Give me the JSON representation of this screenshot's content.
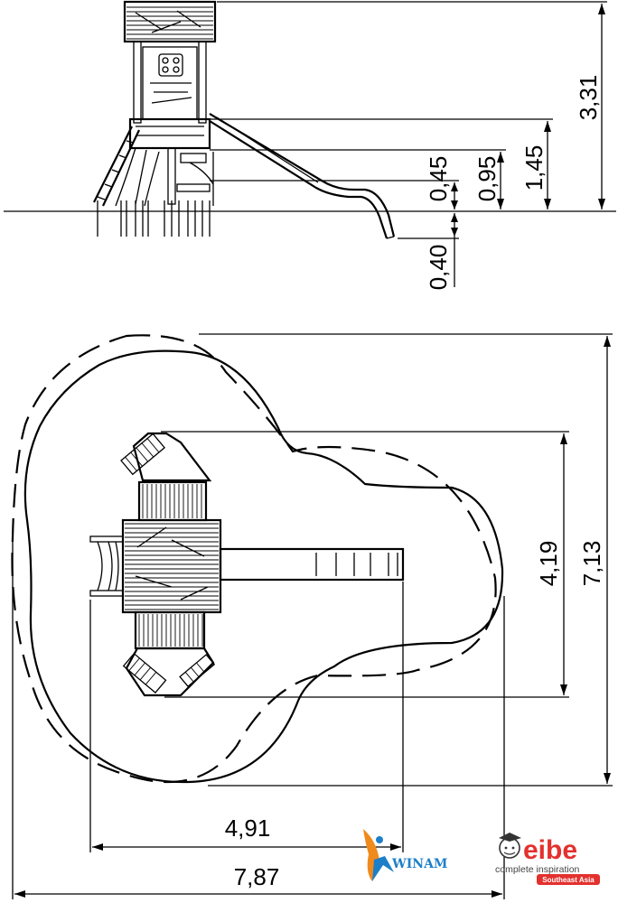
{
  "side_view": {
    "heights": {
      "total": "3,31",
      "platform": "1,45",
      "upper_step": "0,95",
      "lower_step": "0,45",
      "foundation": "0,40"
    }
  },
  "top_view": {
    "dims": {
      "equipment_depth": "4,19",
      "area_depth": "7,13",
      "equipment_width": "4,91",
      "area_width": "7,87"
    }
  },
  "logos": {
    "winam": "WINAM",
    "eibe_brand": "eibe",
    "eibe_tagline": "complete inspiration",
    "eibe_region": "Southeast Asia"
  },
  "colors": {
    "line": "#000000",
    "eibe_red": "#e3312e",
    "winam_blue": "#1e7fc8",
    "winam_orange": "#f08a1c"
  }
}
